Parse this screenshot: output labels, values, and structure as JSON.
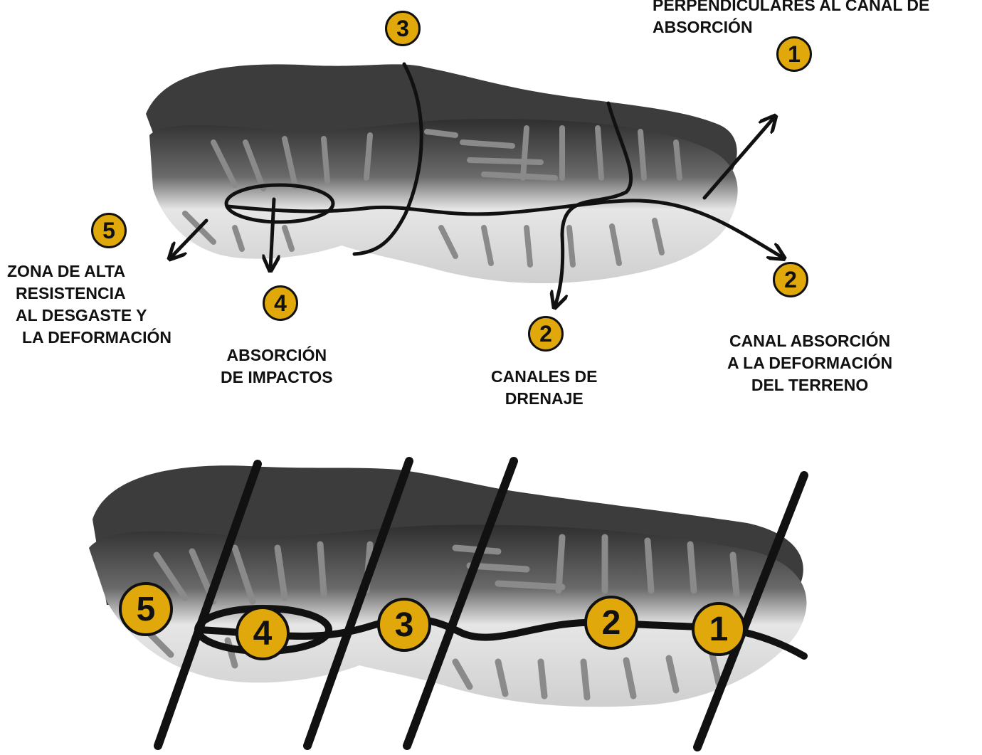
{
  "colors": {
    "badge_fill": "#E0A80A",
    "ink": "#111111",
    "sole_dark": "#3a3a3a",
    "sole_light": "#dcdcdc",
    "tread": "#9a9a9a"
  },
  "top_diagram": {
    "callouts": [
      {
        "number": "1",
        "lines": [
          "PERPENDICULARES AL CANAL DE",
          "ABSORCIÓN"
        ]
      },
      {
        "number": "2",
        "lines": [
          "CANAL ABSORCIÓN",
          "A LA DEFORMACIÓN",
          "DEL TERRENO"
        ]
      },
      {
        "number": "2",
        "lines": [
          "CANALES DE",
          "DRENAJE"
        ]
      },
      {
        "number": "3",
        "lines": []
      },
      {
        "number": "4",
        "lines": [
          "ABSORCIÓN",
          "DE IMPACTOS"
        ]
      },
      {
        "number": "5",
        "lines": [
          "ZONA DE ALTA",
          "RESISTENCIA",
          "AL DESGASTE Y",
          "LA DEFORMACIÓN"
        ]
      }
    ]
  },
  "bottom_diagram": {
    "zones": [
      "1",
      "2",
      "3",
      "4",
      "5"
    ]
  }
}
